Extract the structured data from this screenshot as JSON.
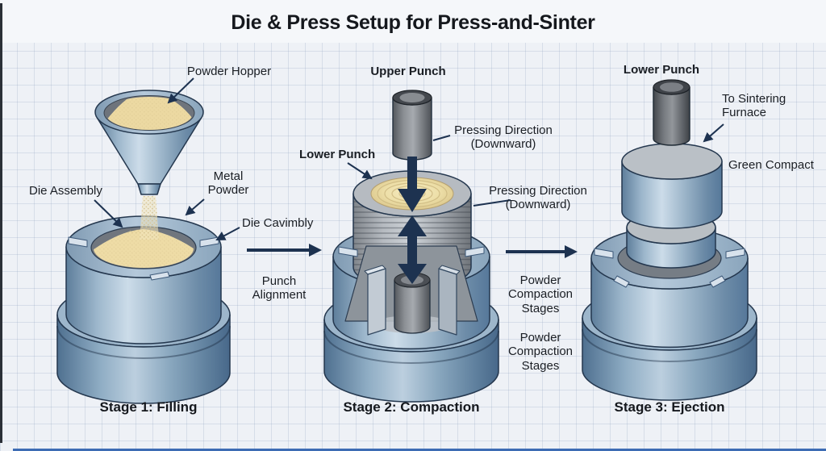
{
  "title": "Die & Press Setup for Press-and-Sinter",
  "colors": {
    "steel_blue": "#8fa9c2",
    "metal_gray": "#8b8f94",
    "powder_tan": "#ecd9a2",
    "arrow_navy": "#1d3250",
    "ink": "#1a1e24",
    "bottom_rule_blue": "#3d6cb4"
  },
  "stage1": {
    "caption": "Stage 1: Filling",
    "labels": {
      "powder_hopper": "Powder Hopper",
      "die_assembly": "Die Assembly",
      "metal_powder": "Metal Powder",
      "die_cavity": "Die Cavimbly"
    }
  },
  "stage2": {
    "caption": "Stage 2: Compaction",
    "labels": {
      "upper_punch": "Upper Punch",
      "lower_punch": "Lower Punch",
      "pressing_direction_upper": "Pressing Direction (Downward)",
      "pressing_direction_lower": "Pressing Direction (Downward)"
    }
  },
  "stage3": {
    "caption": "Stage 3: Ejection",
    "labels": {
      "lower_punch": "Lower Punch",
      "to_sintering_furnace": "To Sintering Furnace",
      "green_compact": "Green Compact"
    }
  },
  "flow": {
    "stage1_to_stage2_label": "Punch Alignment",
    "stage2_to_stage3_label_a": "Powder Compaction Stages",
    "stage2_to_stage3_label_b": "Powder Compaction Stages"
  }
}
